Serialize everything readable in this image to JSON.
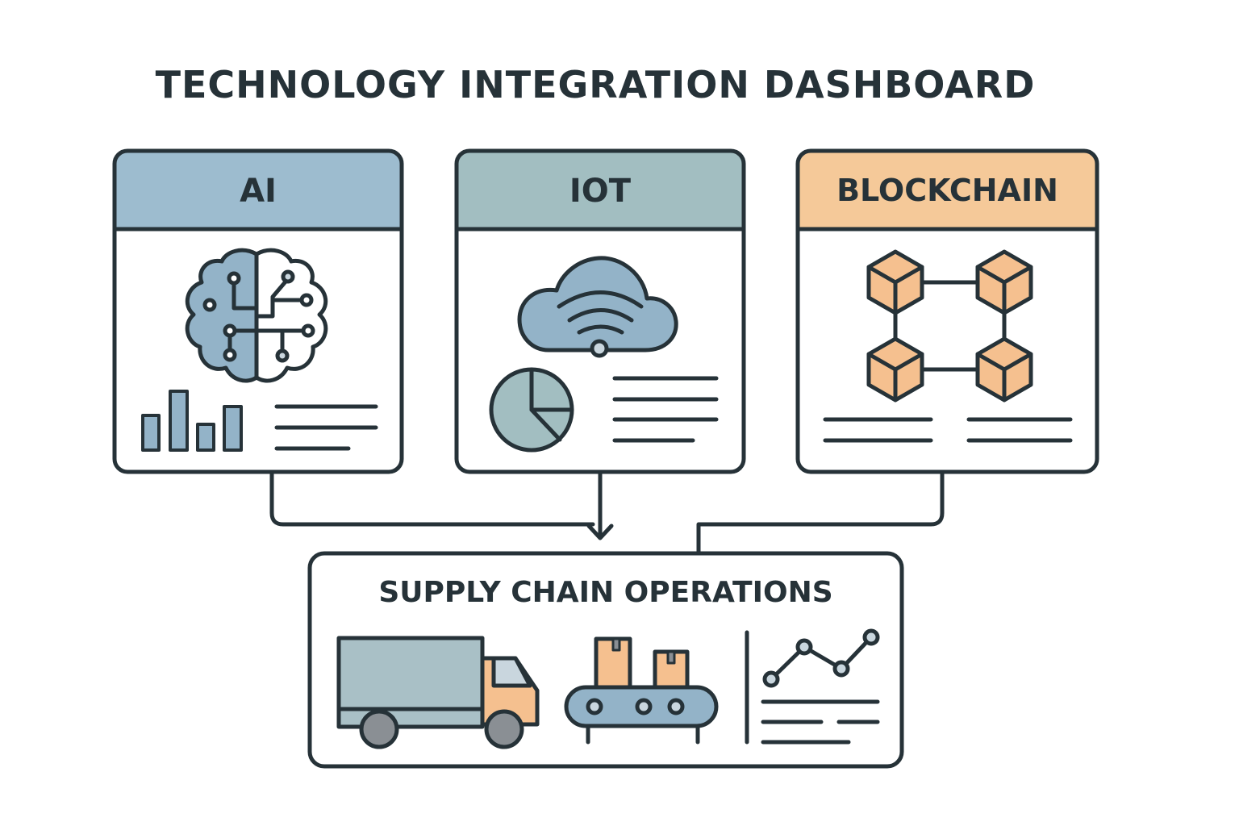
{
  "title": "TECHNOLOGY INTEGRATION DASHBOARD",
  "colors": {
    "stroke": "#263238",
    "ai_header": "#9dbccf",
    "iot_header": "#a2bec1",
    "blockchain_header": "#f5c999",
    "accent_blue": "#93b3c8",
    "accent_orange": "#f5c08f",
    "truck_body": "#a9c0c6",
    "wheel": "#8a8f94"
  },
  "cards": [
    {
      "id": "ai",
      "label": "AI",
      "icons": [
        "brain-circuit-icon",
        "bar-chart-icon",
        "text-lines-icon"
      ]
    },
    {
      "id": "iot",
      "label": "IOT",
      "icons": [
        "cloud-wifi-icon",
        "pie-chart-icon",
        "text-lines-icon"
      ]
    },
    {
      "id": "blockchain",
      "label": "BLOCKCHAIN",
      "icons": [
        "blockchain-cubes-icon",
        "text-lines-icon"
      ]
    }
  ],
  "target": {
    "label": "SUPPLY CHAIN OPERATIONS",
    "icons": [
      "truck-icon",
      "conveyor-belt-icon",
      "line-chart-icon",
      "text-lines-icon"
    ]
  },
  "connectors": [
    "ai-to-supply-chain",
    "iot-to-supply-chain-arrow",
    "blockchain-to-supply-chain"
  ]
}
